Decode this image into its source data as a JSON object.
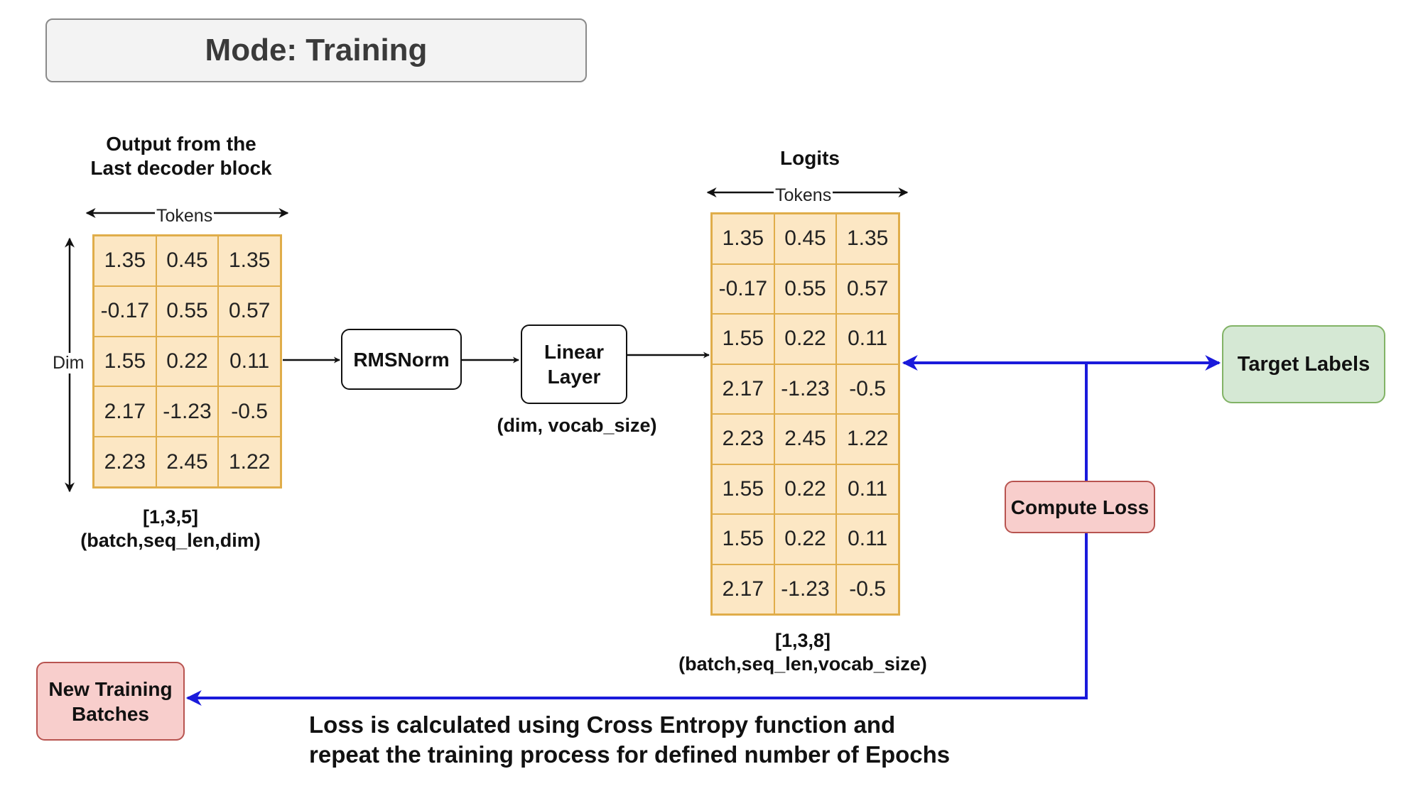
{
  "header": {
    "mode_title": "Mode: Training"
  },
  "input_block": {
    "title_line1": "Output from the",
    "title_line2": "Last decoder block",
    "tokens_label": "Tokens",
    "dim_label": "Dim",
    "shape": "[1,3,5]",
    "shape_desc": "(batch,seq_len,dim)",
    "rows": [
      [
        "1.35",
        "0.45",
        "1.35"
      ],
      [
        "-0.17",
        "0.55",
        "0.57"
      ],
      [
        "1.55",
        "0.22",
        "0.11"
      ],
      [
        "2.17",
        "-1.23",
        "-0.5"
      ],
      [
        "2.23",
        "2.45",
        "1.22"
      ]
    ]
  },
  "rmsnorm": {
    "label": "RMSNorm"
  },
  "linear": {
    "line1": "Linear",
    "line2": "Layer",
    "shape_desc": "(dim, vocab_size)"
  },
  "logits_block": {
    "title": "Logits",
    "tokens_label": "Tokens",
    "shape": "[1,3,8]",
    "shape_desc": "(batch,seq_len,vocab_size)",
    "rows": [
      [
        "1.35",
        "0.45",
        "1.35"
      ],
      [
        "-0.17",
        "0.55",
        "0.57"
      ],
      [
        "1.55",
        "0.22",
        "0.11"
      ],
      [
        "2.17",
        "-1.23",
        "-0.5"
      ],
      [
        "2.23",
        "2.45",
        "1.22"
      ],
      [
        "1.55",
        "0.22",
        "0.11"
      ],
      [
        "1.55",
        "0.22",
        "0.11"
      ],
      [
        "2.17",
        "-1.23",
        "-0.5"
      ]
    ]
  },
  "target": {
    "label": "Target Labels"
  },
  "loss": {
    "label": "Compute Loss"
  },
  "new_batches": {
    "line1": "New Training",
    "line2": "Batches"
  },
  "footnote": {
    "line1": "Loss is calculated using Cross Entropy function and",
    "line2": "repeat the training process for defined number of Epochs"
  },
  "colors": {
    "loop_arrow": "#1a1adb",
    "cell_fill": "#fce7c4",
    "cell_border": "#e0ad4a",
    "target_fill": "#d5e8d4",
    "loss_fill": "#f8cecc"
  }
}
